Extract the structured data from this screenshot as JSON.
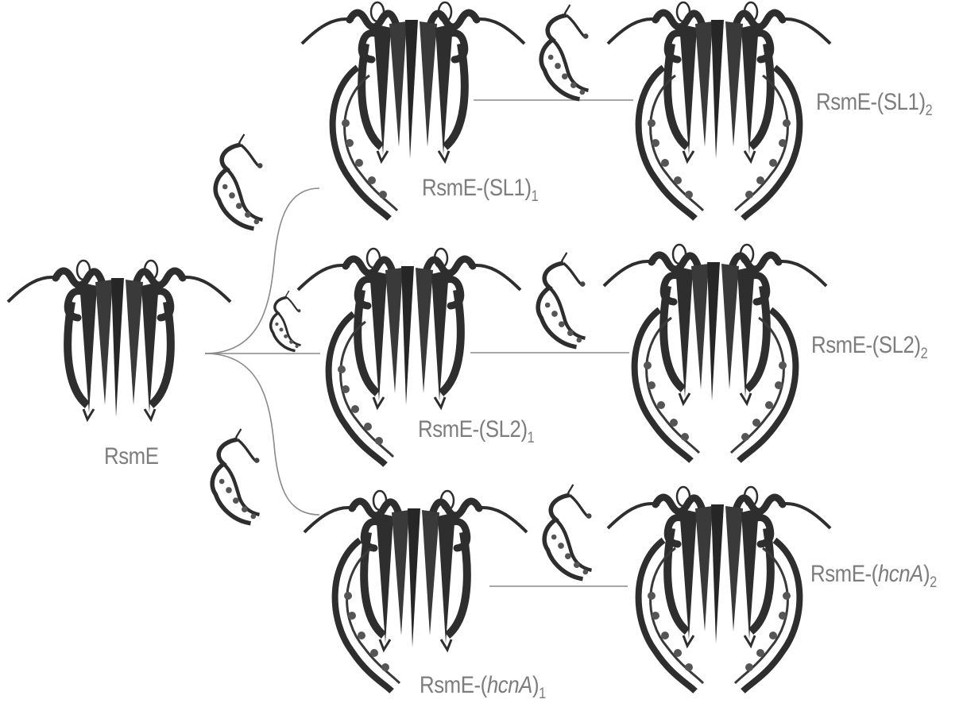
{
  "labels": {
    "rsme": "RsmE",
    "sl1_1": {
      "prefix": "RsmE-(SL1)",
      "sub": "1"
    },
    "sl1_2": {
      "prefix": "RsmE-(SL1)",
      "sub": "2"
    },
    "sl2_1": {
      "prefix": "RsmE-(SL2)",
      "sub": "1"
    },
    "sl2_2": {
      "prefix": "RsmE-(SL2)",
      "sub": "2"
    },
    "hcna_1": {
      "prefix": "RsmE-(",
      "italic": "hcnA",
      "suffix": ")",
      "sub": "1"
    },
    "hcna_2": {
      "prefix": "RsmE-(",
      "italic": "hcnA",
      "suffix": ")",
      "sub": "2"
    }
  },
  "colors": {
    "label": "#7d7d7d",
    "connector": "#8a8a8a",
    "ribbon": "#2e2e2e",
    "rna_base": "#555555"
  }
}
